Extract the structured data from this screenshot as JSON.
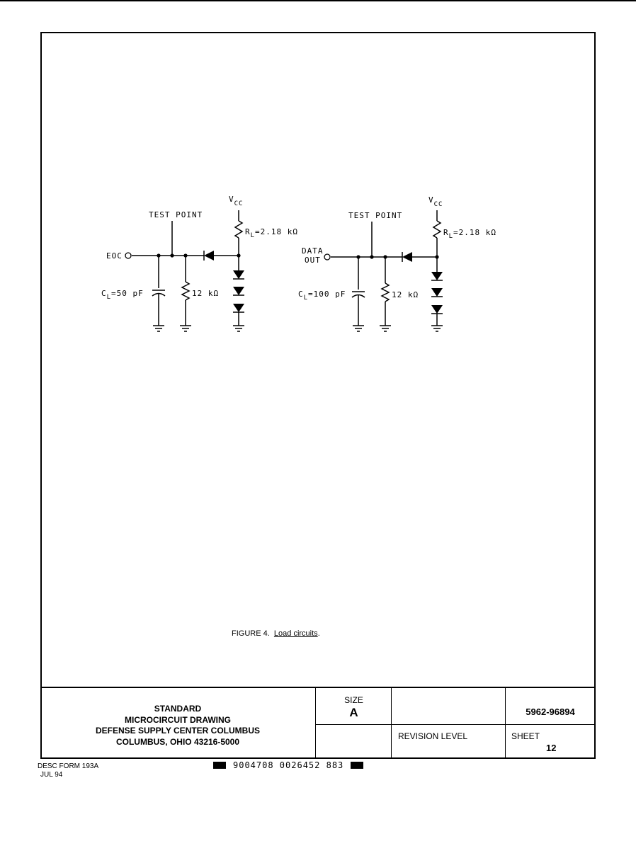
{
  "figure": {
    "caption_prefix": "FIGURE 4.",
    "caption_title": "Load circuits",
    "caption_suffix": "."
  },
  "circuit_left": {
    "vcc": "V",
    "vcc_sub": "CC",
    "test_point": "TEST POINT",
    "rl_prefix": "R",
    "rl_sub": "L",
    "rl_value": "=2.18 kΩ",
    "input": "EOC",
    "cl_prefix": "C",
    "cl_sub": "L",
    "cl_value": "=50 pF",
    "resistor": "12 kΩ"
  },
  "circuit_right": {
    "vcc": "V",
    "vcc_sub": "CC",
    "test_point": "TEST POINT",
    "rl_prefix": "R",
    "rl_sub": "L",
    "rl_value": "=2.18 kΩ",
    "input_line1": "DATA",
    "input_line2": "OUT",
    "cl_prefix": "C",
    "cl_sub": "L",
    "cl_value": "=100 pF",
    "resistor": "12 kΩ"
  },
  "title_block": {
    "standard": "STANDARD",
    "drawing": "MICROCIRCUIT DRAWING",
    "center": "DEFENSE SUPPLY CENTER COLUMBUS",
    "address": "COLUMBUS, OHIO 43216-5000",
    "size_label": "SIZE",
    "size_value": "A",
    "doc_number": "5962-96894",
    "revision_label": "REVISION LEVEL",
    "sheet_label": "SHEET",
    "sheet_value": "12"
  },
  "footer": {
    "form": "DESC FORM 193A",
    "date": "JUL 94",
    "barcode_text": "9004708 0026452 883"
  }
}
